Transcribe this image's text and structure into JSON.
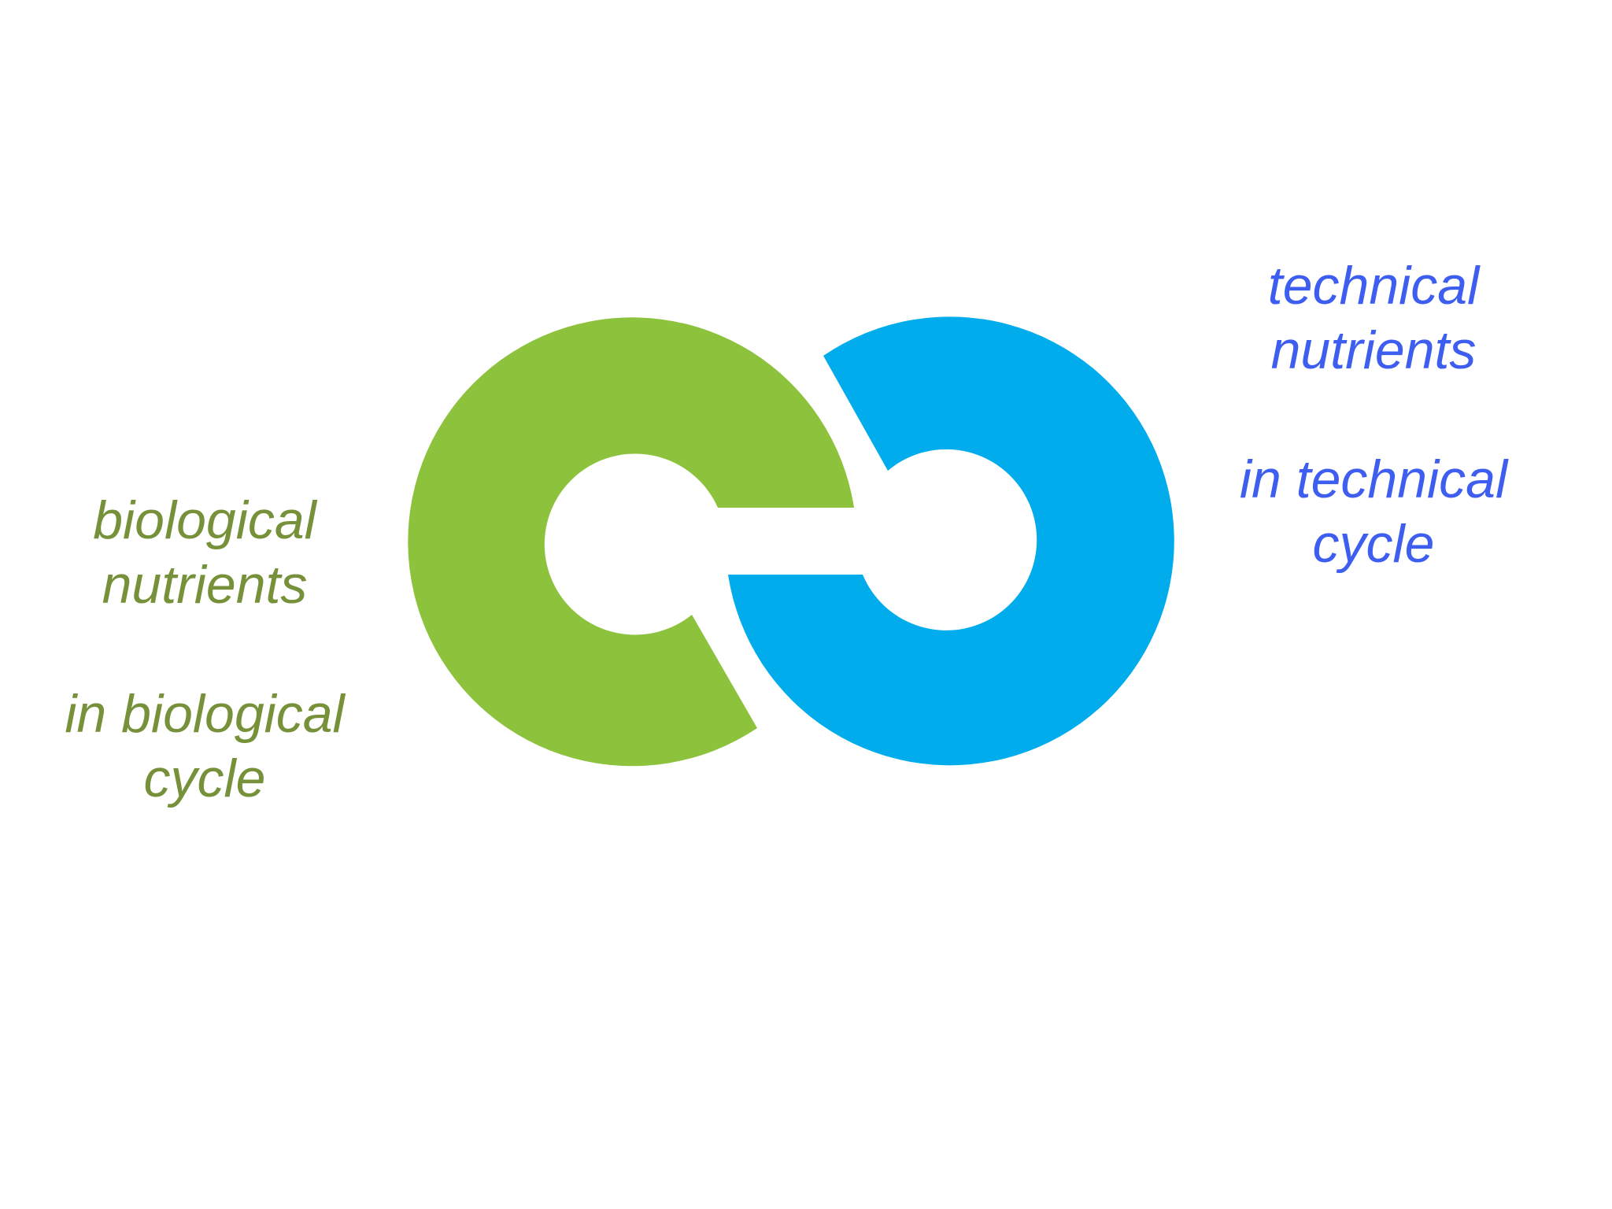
{
  "colors": {
    "biological_ring": "#8dc23d",
    "technical_ring": "#00acec",
    "biological_text": "#77913a",
    "technical_text": "#3e5ef0"
  },
  "biological": {
    "line1": "biological",
    "line2": "nutrients",
    "line3": "in biological",
    "line4": "cycle"
  },
  "technical": {
    "line1": "technical",
    "line2": "nutrients",
    "line3": "in technical",
    "line4": "cycle"
  }
}
